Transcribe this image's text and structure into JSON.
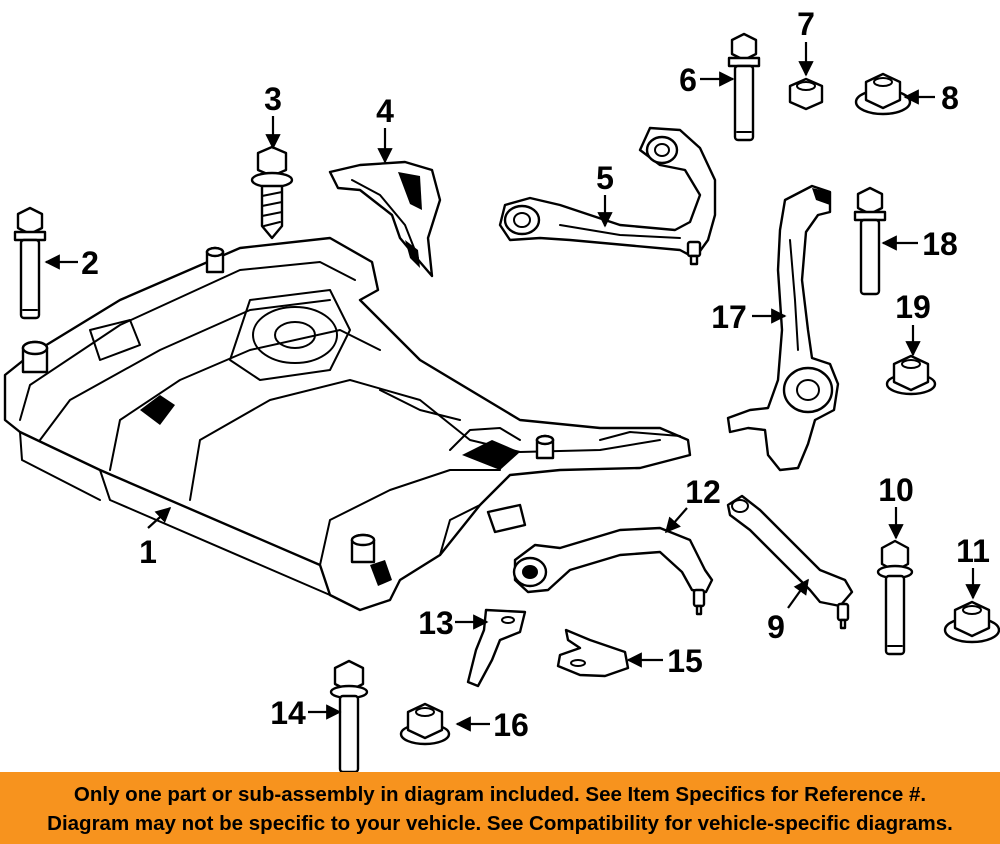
{
  "callouts": {
    "c1": "1",
    "c2": "2",
    "c3": "3",
    "c4": "4",
    "c5": "5",
    "c6": "6",
    "c7": "7",
    "c8": "8",
    "c9": "9",
    "c10": "10",
    "c11": "11",
    "c12": "12",
    "c13": "13",
    "c14": "14",
    "c15": "15",
    "c16": "16",
    "c17": "17",
    "c18": "18",
    "c19": "19"
  },
  "banner": {
    "line1": "Only one part or sub-assembly in diagram included. See Item Specifics for Reference #.",
    "line2": "Diagram may not be specific to your vehicle. See Compatibility for vehicle-specific diagrams.",
    "bg": "#f7931e"
  },
  "colors": {
    "ink": "#000000",
    "paper": "#ffffff"
  }
}
